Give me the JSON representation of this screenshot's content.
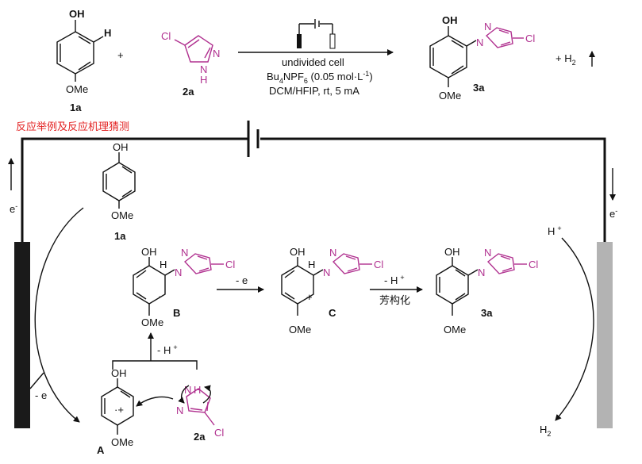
{
  "reaction": {
    "reactant1_oh": "OH",
    "reactant1_h": "H",
    "reactant1_ome": "OMe",
    "reactant1_label": "1a",
    "plus": "+",
    "reactant2_cl": "Cl",
    "reactant2_n": "N",
    "reactant2_nh": "N",
    "reactant2_h": "H",
    "reactant2_label": "2a",
    "cond_line1": "undivided cell",
    "cond_line2_a": "Bu",
    "cond_line2_sub": "4",
    "cond_line2_b": "NPF",
    "cond_line2_sub2": "6",
    "cond_line2_c": " (0.05 mol·L",
    "cond_line2_sup": "-1",
    "cond_line2_d": ")",
    "cond_line3": "DCM/HFIP, rt, 5 mA",
    "product_oh": "OH",
    "product_n1": "N",
    "product_n2": "N",
    "product_cl": "Cl",
    "product_ome": "OMe",
    "product_label": "3a",
    "byproduct": "+ H",
    "byproduct_sub": "2"
  },
  "section_title": "反应举例及反应机理猜测",
  "mechanism": {
    "electron_left": "e",
    "electron_left_sup": "-",
    "electron_right": "e",
    "electron_right_sup": "-",
    "proton": "H",
    "proton_sup": "+",
    "h2": "H",
    "h2_sub": "2",
    "anode_step": "- e",
    "s1_oh": "OH",
    "s1_ome": "OMe",
    "s1_label": "1a",
    "sA_oh": "OH",
    "sA_radical": "·+",
    "sA_ome": "OMe",
    "sA_label": "A",
    "s2a_nh_n": "N",
    "s2a_nh_h": "H",
    "s2a_n": "N",
    "s2a_cl": "Cl",
    "s2a_label": "2a",
    "deprot": "- H",
    "deprot_sup": "+",
    "sB_oh": "OH",
    "sB_h": "H",
    "sB_n1": "N",
    "sB_n2": "N",
    "sB_cl": "Cl",
    "sB_dot": "·",
    "sB_ome": "OMe",
    "sB_label": "B",
    "ox_step": "- e",
    "sC_oh": "OH",
    "sC_h": "H",
    "sC_n1": "N",
    "sC_n2": "N",
    "sC_cl": "Cl",
    "sC_plus": "+",
    "sC_ome": "OMe",
    "sC_label": "C",
    "arom_step": "- H",
    "arom_step_sup": "+",
    "arom_label": "芳构化",
    "s3a_oh": "OH",
    "s3a_n1": "N",
    "s3a_n2": "N",
    "s3a_cl": "Cl",
    "s3a_ome": "OMe",
    "s3a_label": "3a"
  },
  "colors": {
    "accent": "#b0308f",
    "title": "#e32222",
    "anode": "#1a1a1a",
    "cathode": "#b3b3b3"
  }
}
